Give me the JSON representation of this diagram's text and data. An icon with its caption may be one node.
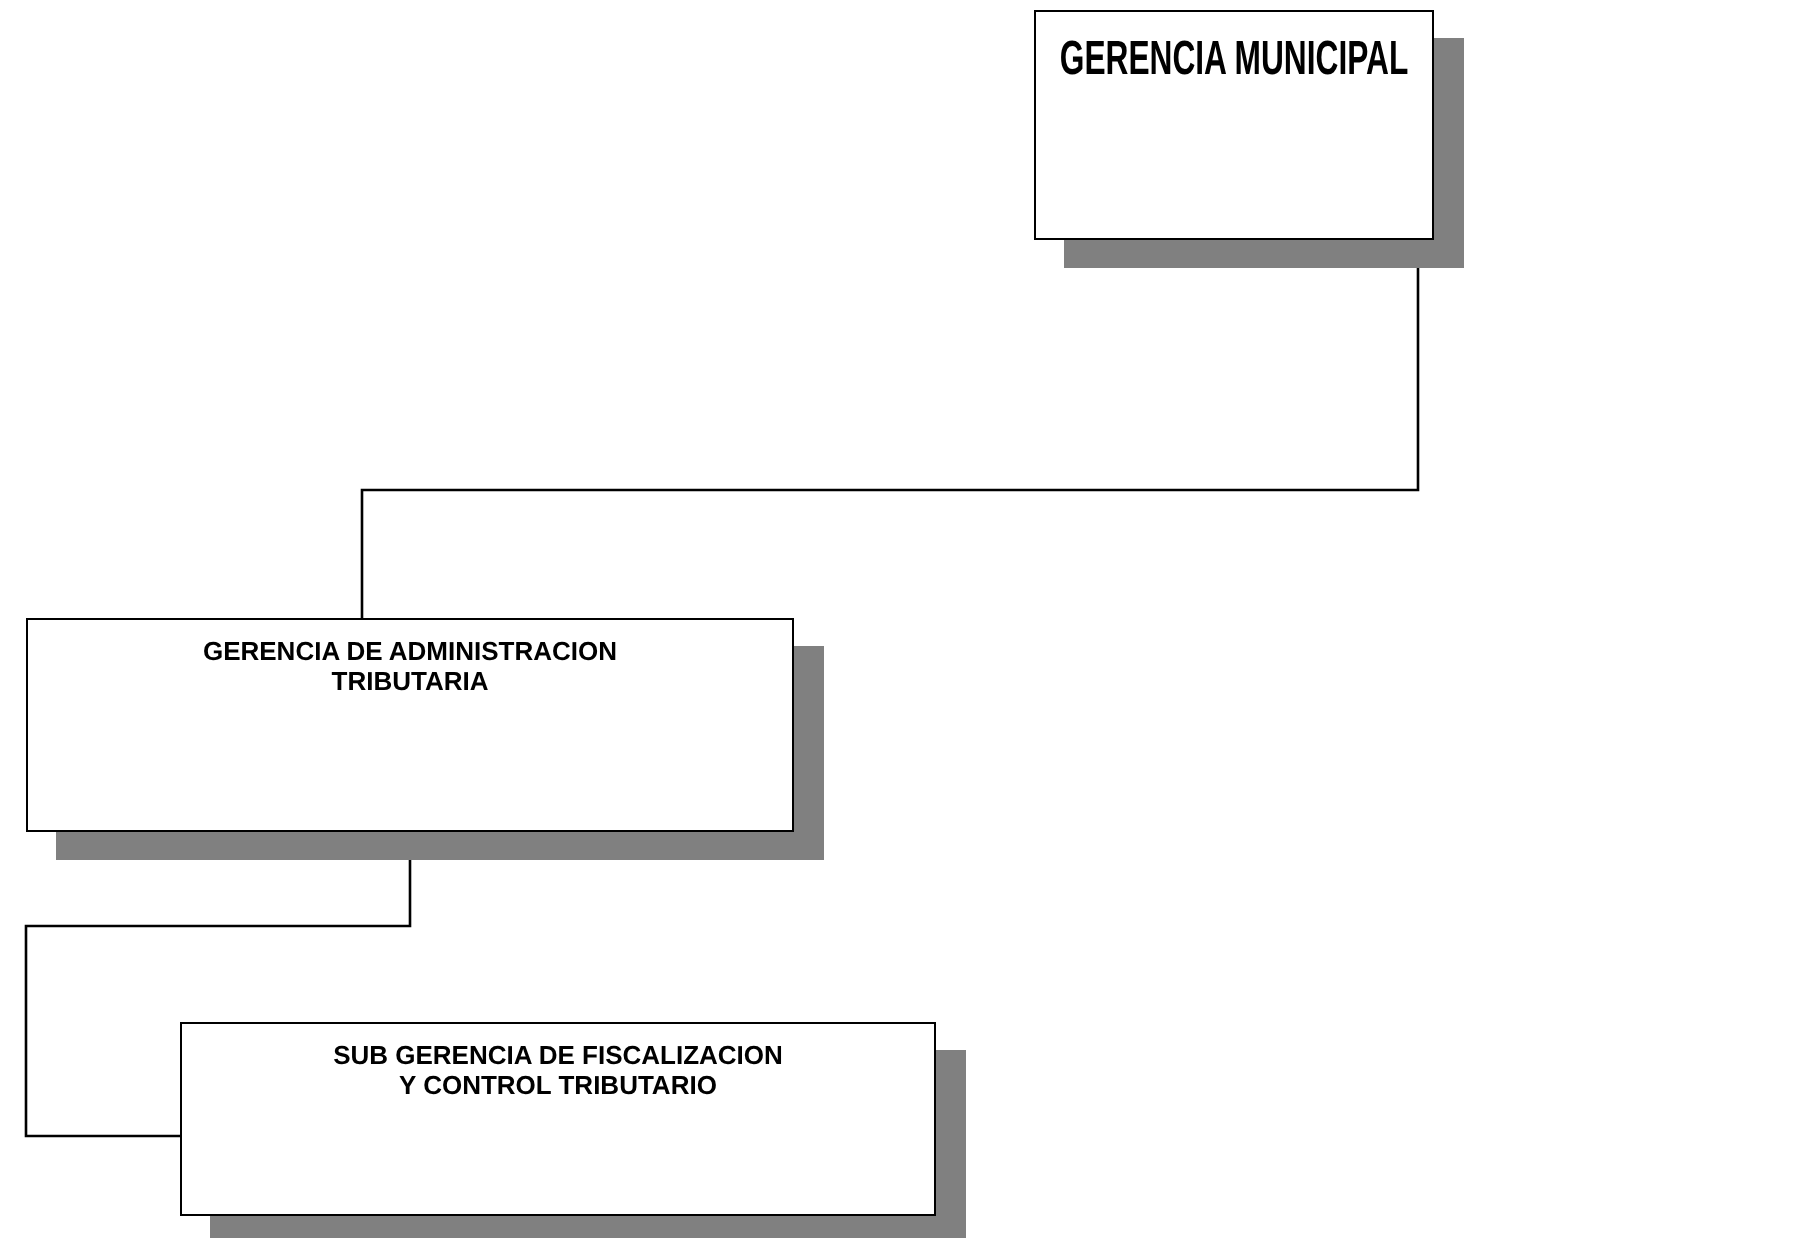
{
  "diagram": {
    "nodes": [
      {
        "text": [
          "GERENCIA MUNICIPAL"
        ]
      },
      {
        "text": [
          "GERENCIA DE ADMINISTRACION TRIBUTARIA"
        ]
      },
      {
        "text": [
          "SUB GERENCIA DE FISCALIZACION Y CONTROL TRIBUTARIO"
        ]
      }
    ],
    "edges": [
      {
        "from": 0,
        "to": 1,
        "arrow": "none"
      },
      {
        "from": 1,
        "to": 2,
        "arrow": "none"
      }
    ]
  }
}
